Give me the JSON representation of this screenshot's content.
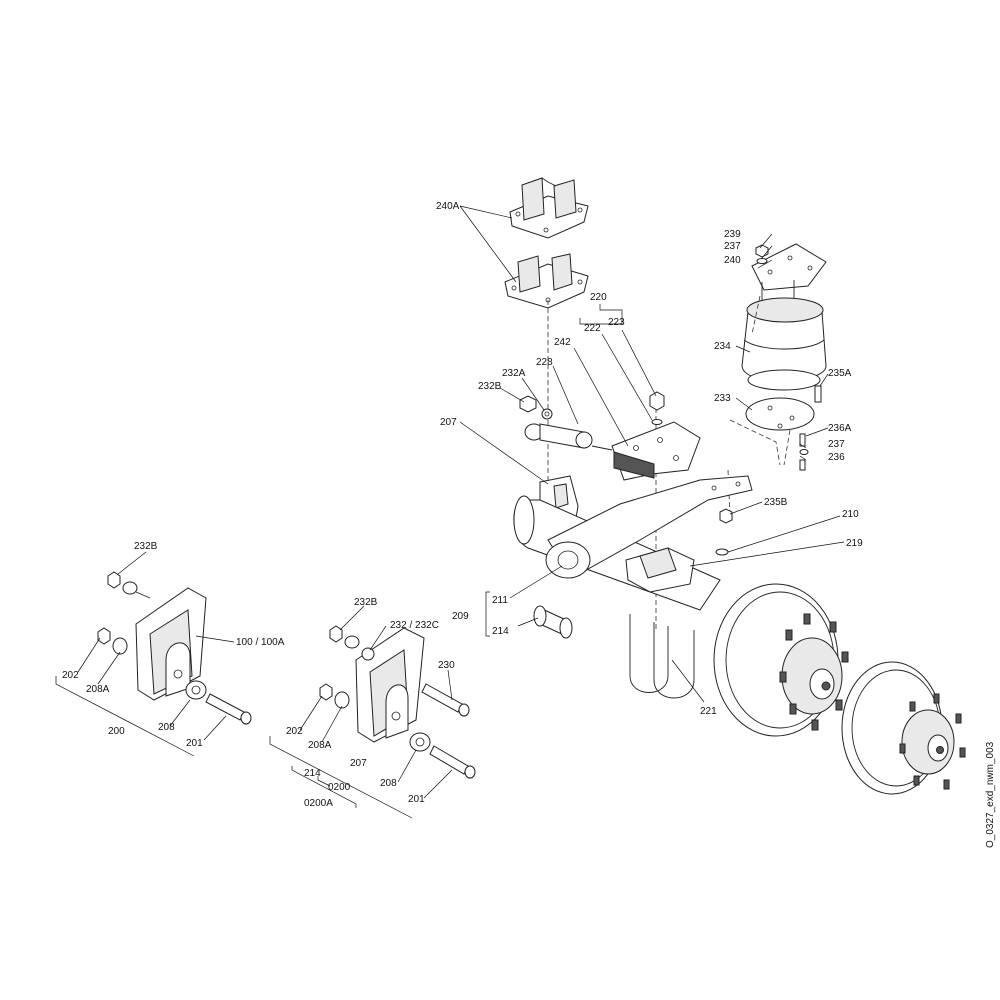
{
  "drawing_id": "O_0327_exd_nwm_003",
  "callouts": {
    "c240A": "240A",
    "c239": "239",
    "c237a": "237",
    "c240": "240",
    "c220": "220",
    "c222": "222",
    "c223": "223",
    "c242": "242",
    "c228": "228",
    "c232A": "232A",
    "c232B_top": "232B",
    "c234": "234",
    "c235A": "235A",
    "c233": "233",
    "c236A": "236A",
    "c237b": "237",
    "c236": "236",
    "c207_top": "207",
    "c235B": "235B",
    "c210": "210",
    "c219": "219",
    "c211": "211",
    "c209": "209",
    "c214_mid": "214",
    "c221": "221",
    "c232B_left": "232B",
    "c100": "100 / 100A",
    "c202_left": "202",
    "c208A_left": "208A",
    "c208_left": "208",
    "c200": "200",
    "c201_left": "201",
    "c232B_mid": "232B",
    "c232": "232 / 232C",
    "c230": "230",
    "c202_mid": "202",
    "c208A_mid": "208A",
    "c207_mid": "207",
    "c214_low": "214",
    "c0200": "0200",
    "c0200A": "0200A",
    "c208_mid": "208",
    "c201_mid": "201"
  }
}
